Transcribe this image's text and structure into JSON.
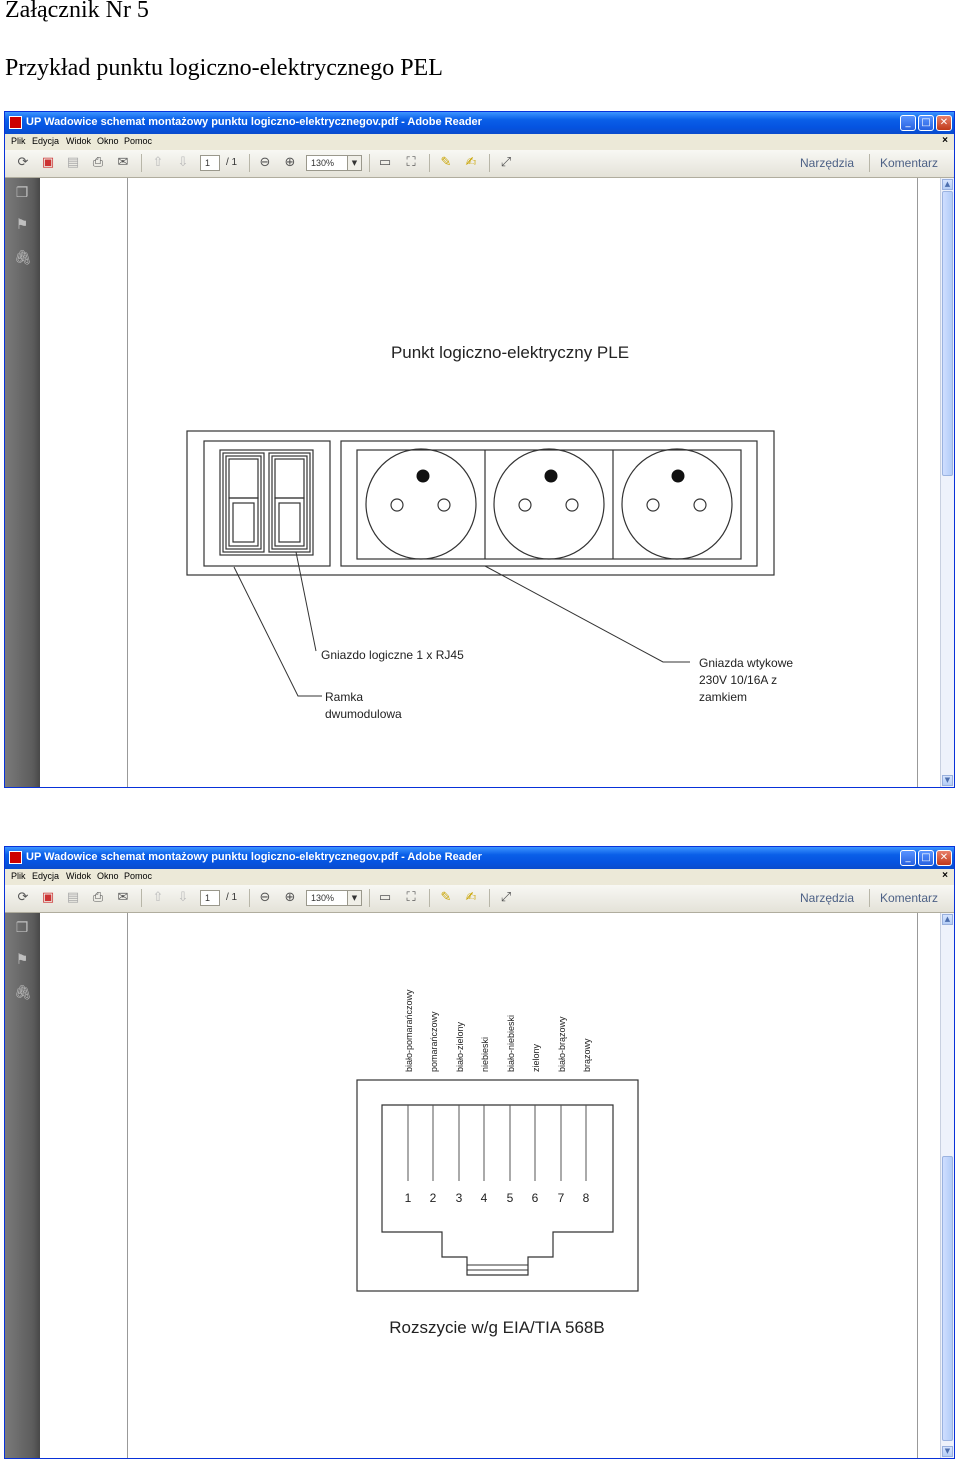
{
  "document": {
    "attachment_title": "Załącznik Nr 5",
    "example_title": "Przykład punktu logiczno-elektrycznego PEL"
  },
  "reader": {
    "window_title": "UP Wadowice schemat montażowy punktu logiczno-elektrycznegov.pdf - Adobe Reader",
    "menu": [
      "Plik",
      "Edycja",
      "Widok",
      "Okno",
      "Pomoc"
    ],
    "page_number": "1",
    "page_total": "/ 1",
    "zoom": "130%",
    "tools_label": "Narzędzia",
    "comment_label": "Komentarz"
  },
  "drawing1": {
    "title": "Punkt logiczno-elektryczny  PLE",
    "label_rj45": "Gniazdo logiczne 1 x RJ45",
    "label_frame": [
      "Ramka",
      "dwumodulowa"
    ],
    "label_sockets": [
      "Gniazda wtykowe",
      "230V 10/16A z",
      "zamkiem"
    ]
  },
  "drawing2": {
    "wires": [
      "biało-pomarańczowy",
      "pomarańczowy",
      "biało-zielony",
      "niebieski",
      "biało-niebieski",
      "zielony",
      "biało-brązowy",
      "brązowy"
    ],
    "pins": [
      "1",
      "2",
      "3",
      "4",
      "5",
      "6",
      "7",
      "8"
    ],
    "caption": "Rozszycie w/g EIA/TIA 568B"
  }
}
